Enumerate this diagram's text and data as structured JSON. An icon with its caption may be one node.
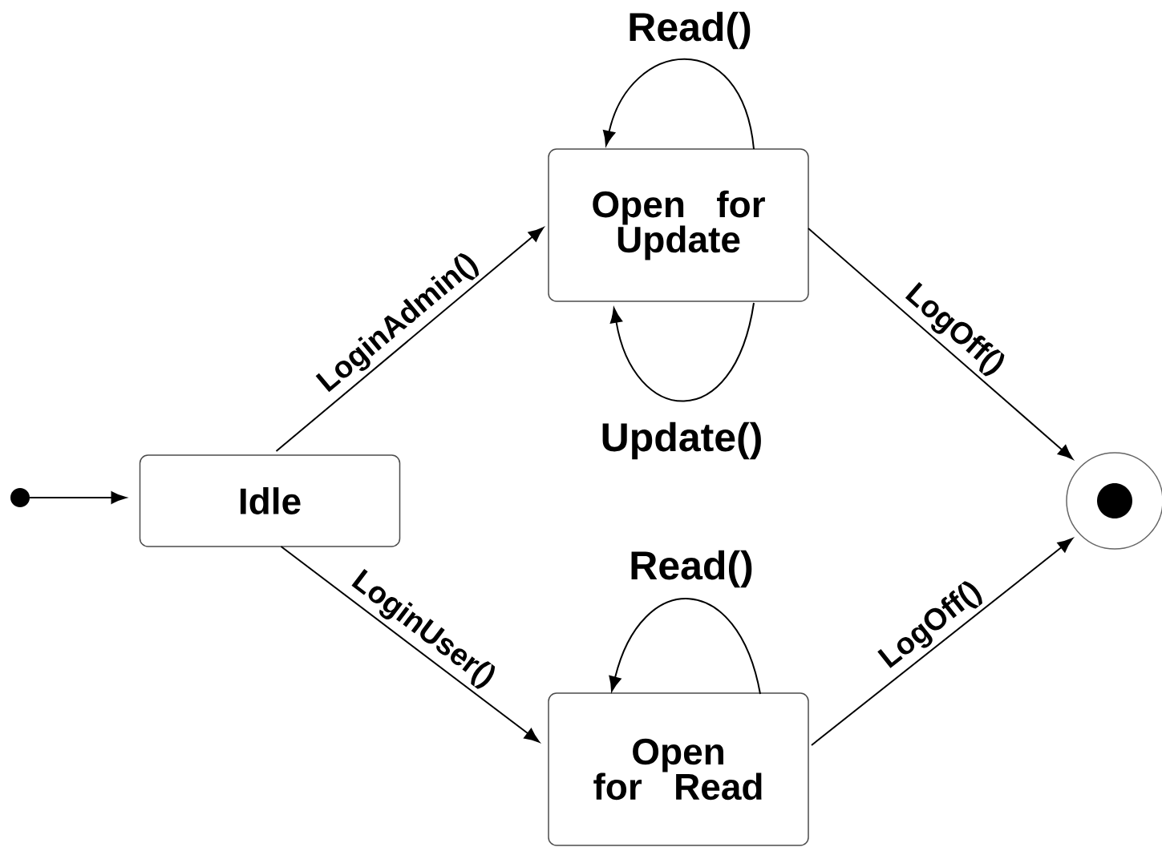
{
  "diagram": {
    "nodes": [
      {
        "text": [],
        "shape": "circle"
      },
      {
        "text": [
          "Idle"
        ]
      },
      {
        "text": [
          "Open for Update"
        ]
      },
      {
        "text": [],
        "shape": "circle"
      },
      {
        "text": [
          "Open for Read"
        ]
      }
    ],
    "edges": [
      {
        "from": 0,
        "to": 1,
        "arrow": "to"
      },
      {
        "from": 1,
        "to": 2,
        "arrow": "to",
        "label": "LoginAdmin()"
      },
      {
        "from": 2,
        "to": 2,
        "arrow": "to",
        "label": "Read()"
      },
      {
        "from": 2,
        "to": 2,
        "arrow": "to",
        "label": "Update()"
      },
      {
        "from": 2,
        "to": 3,
        "arrow": "to",
        "label": "LogOff()"
      },
      {
        "from": 1,
        "to": 4,
        "arrow": "to",
        "label": "LoginUser()"
      },
      {
        "from": 4,
        "to": 4,
        "arrow": "to",
        "label": "Read()"
      },
      {
        "from": 4,
        "to": 3,
        "arrow": "to",
        "label": "LogOff()"
      }
    ]
  }
}
